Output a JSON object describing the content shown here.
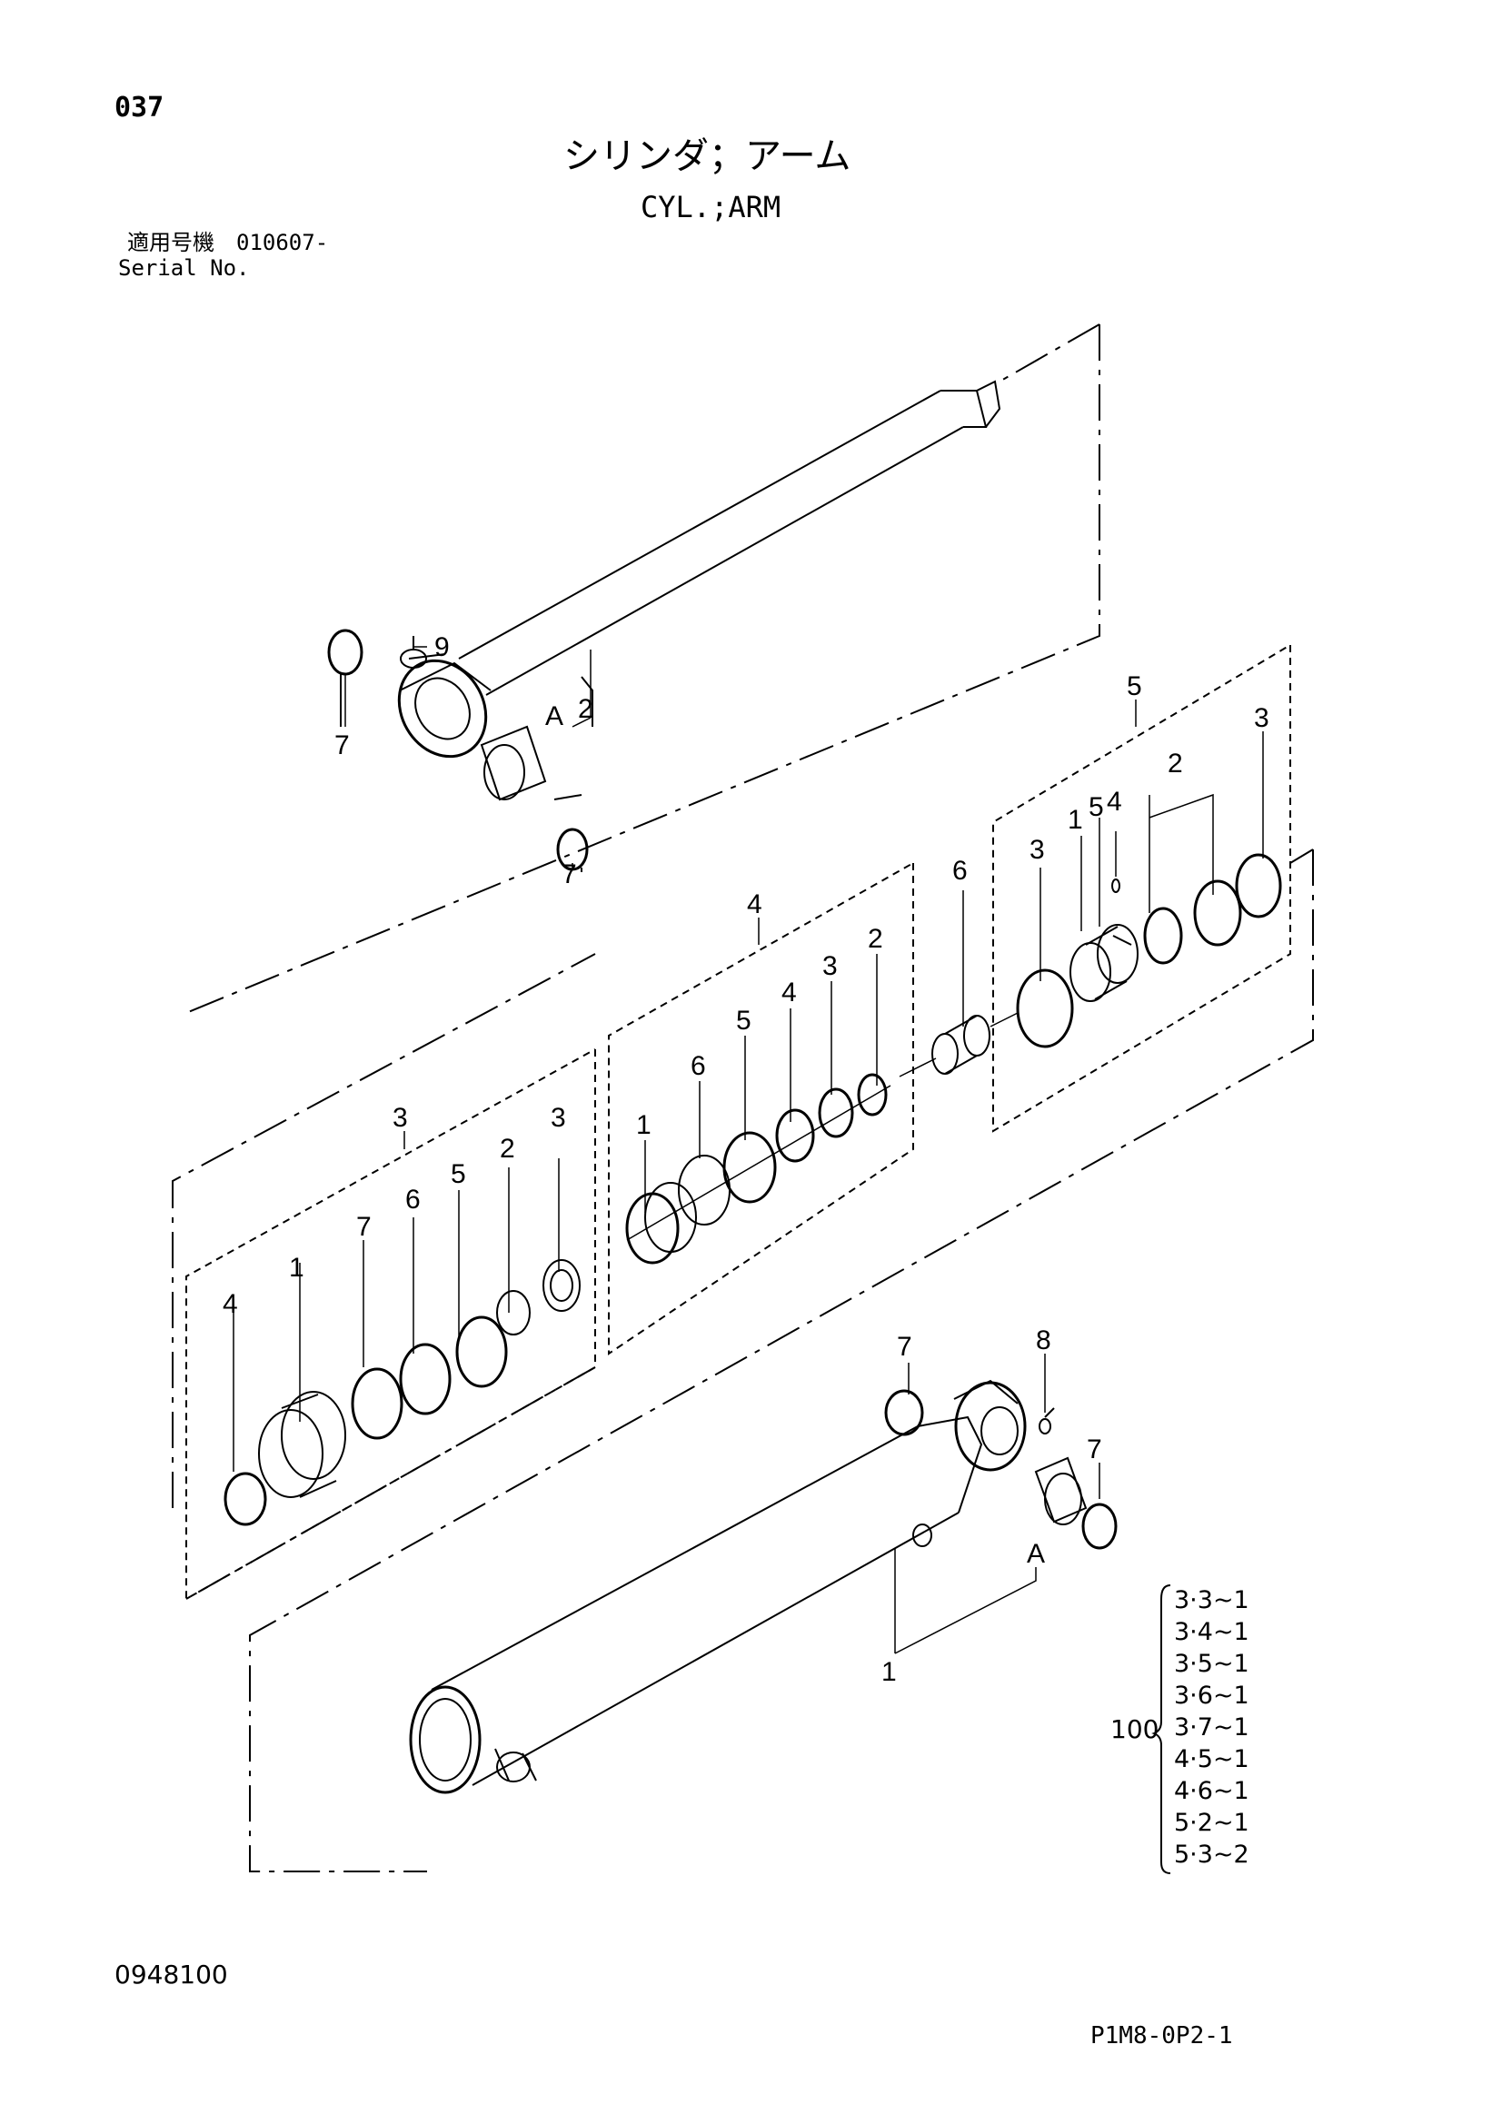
{
  "header": {
    "page_number": "037",
    "title_jp": "シリンダ；アーム",
    "title_en": "CYL.;ARM",
    "serial_label_jp": "適用号機　010607-",
    "serial_label_en": "Serial No."
  },
  "footer": {
    "doc_code": "0948100",
    "ref_code": "P1M8-0P2-1"
  },
  "kit": {
    "label": "100",
    "items": [
      "3·3~1",
      "3·4~1",
      "3·5~1",
      "3·6~1",
      "3·7~1",
      "4·5~1",
      "4·6~1",
      "5·2~1",
      "5·3~2"
    ]
  },
  "callouts": {
    "rod_assembly": "2",
    "rod_bushing": "A",
    "rod_grease_fitting": "9",
    "rod_seal_left": "7",
    "rod_seal_right": "7",
    "group3": "3",
    "group3_items": [
      "4",
      "1",
      "7",
      "6",
      "5",
      "2",
      "3"
    ],
    "group4": "4",
    "group4_items": [
      "1",
      "6",
      "5",
      "4",
      "3",
      "2"
    ],
    "group5": "5",
    "group5_items": [
      "3",
      "1",
      "5",
      "4",
      "2",
      "3"
    ],
    "spacer": "6",
    "tube_assembly": "1",
    "tube_bushing": "A",
    "tube_seal_top": "7",
    "tube_seal_right": "7",
    "tube_grease_fitting": "8"
  }
}
